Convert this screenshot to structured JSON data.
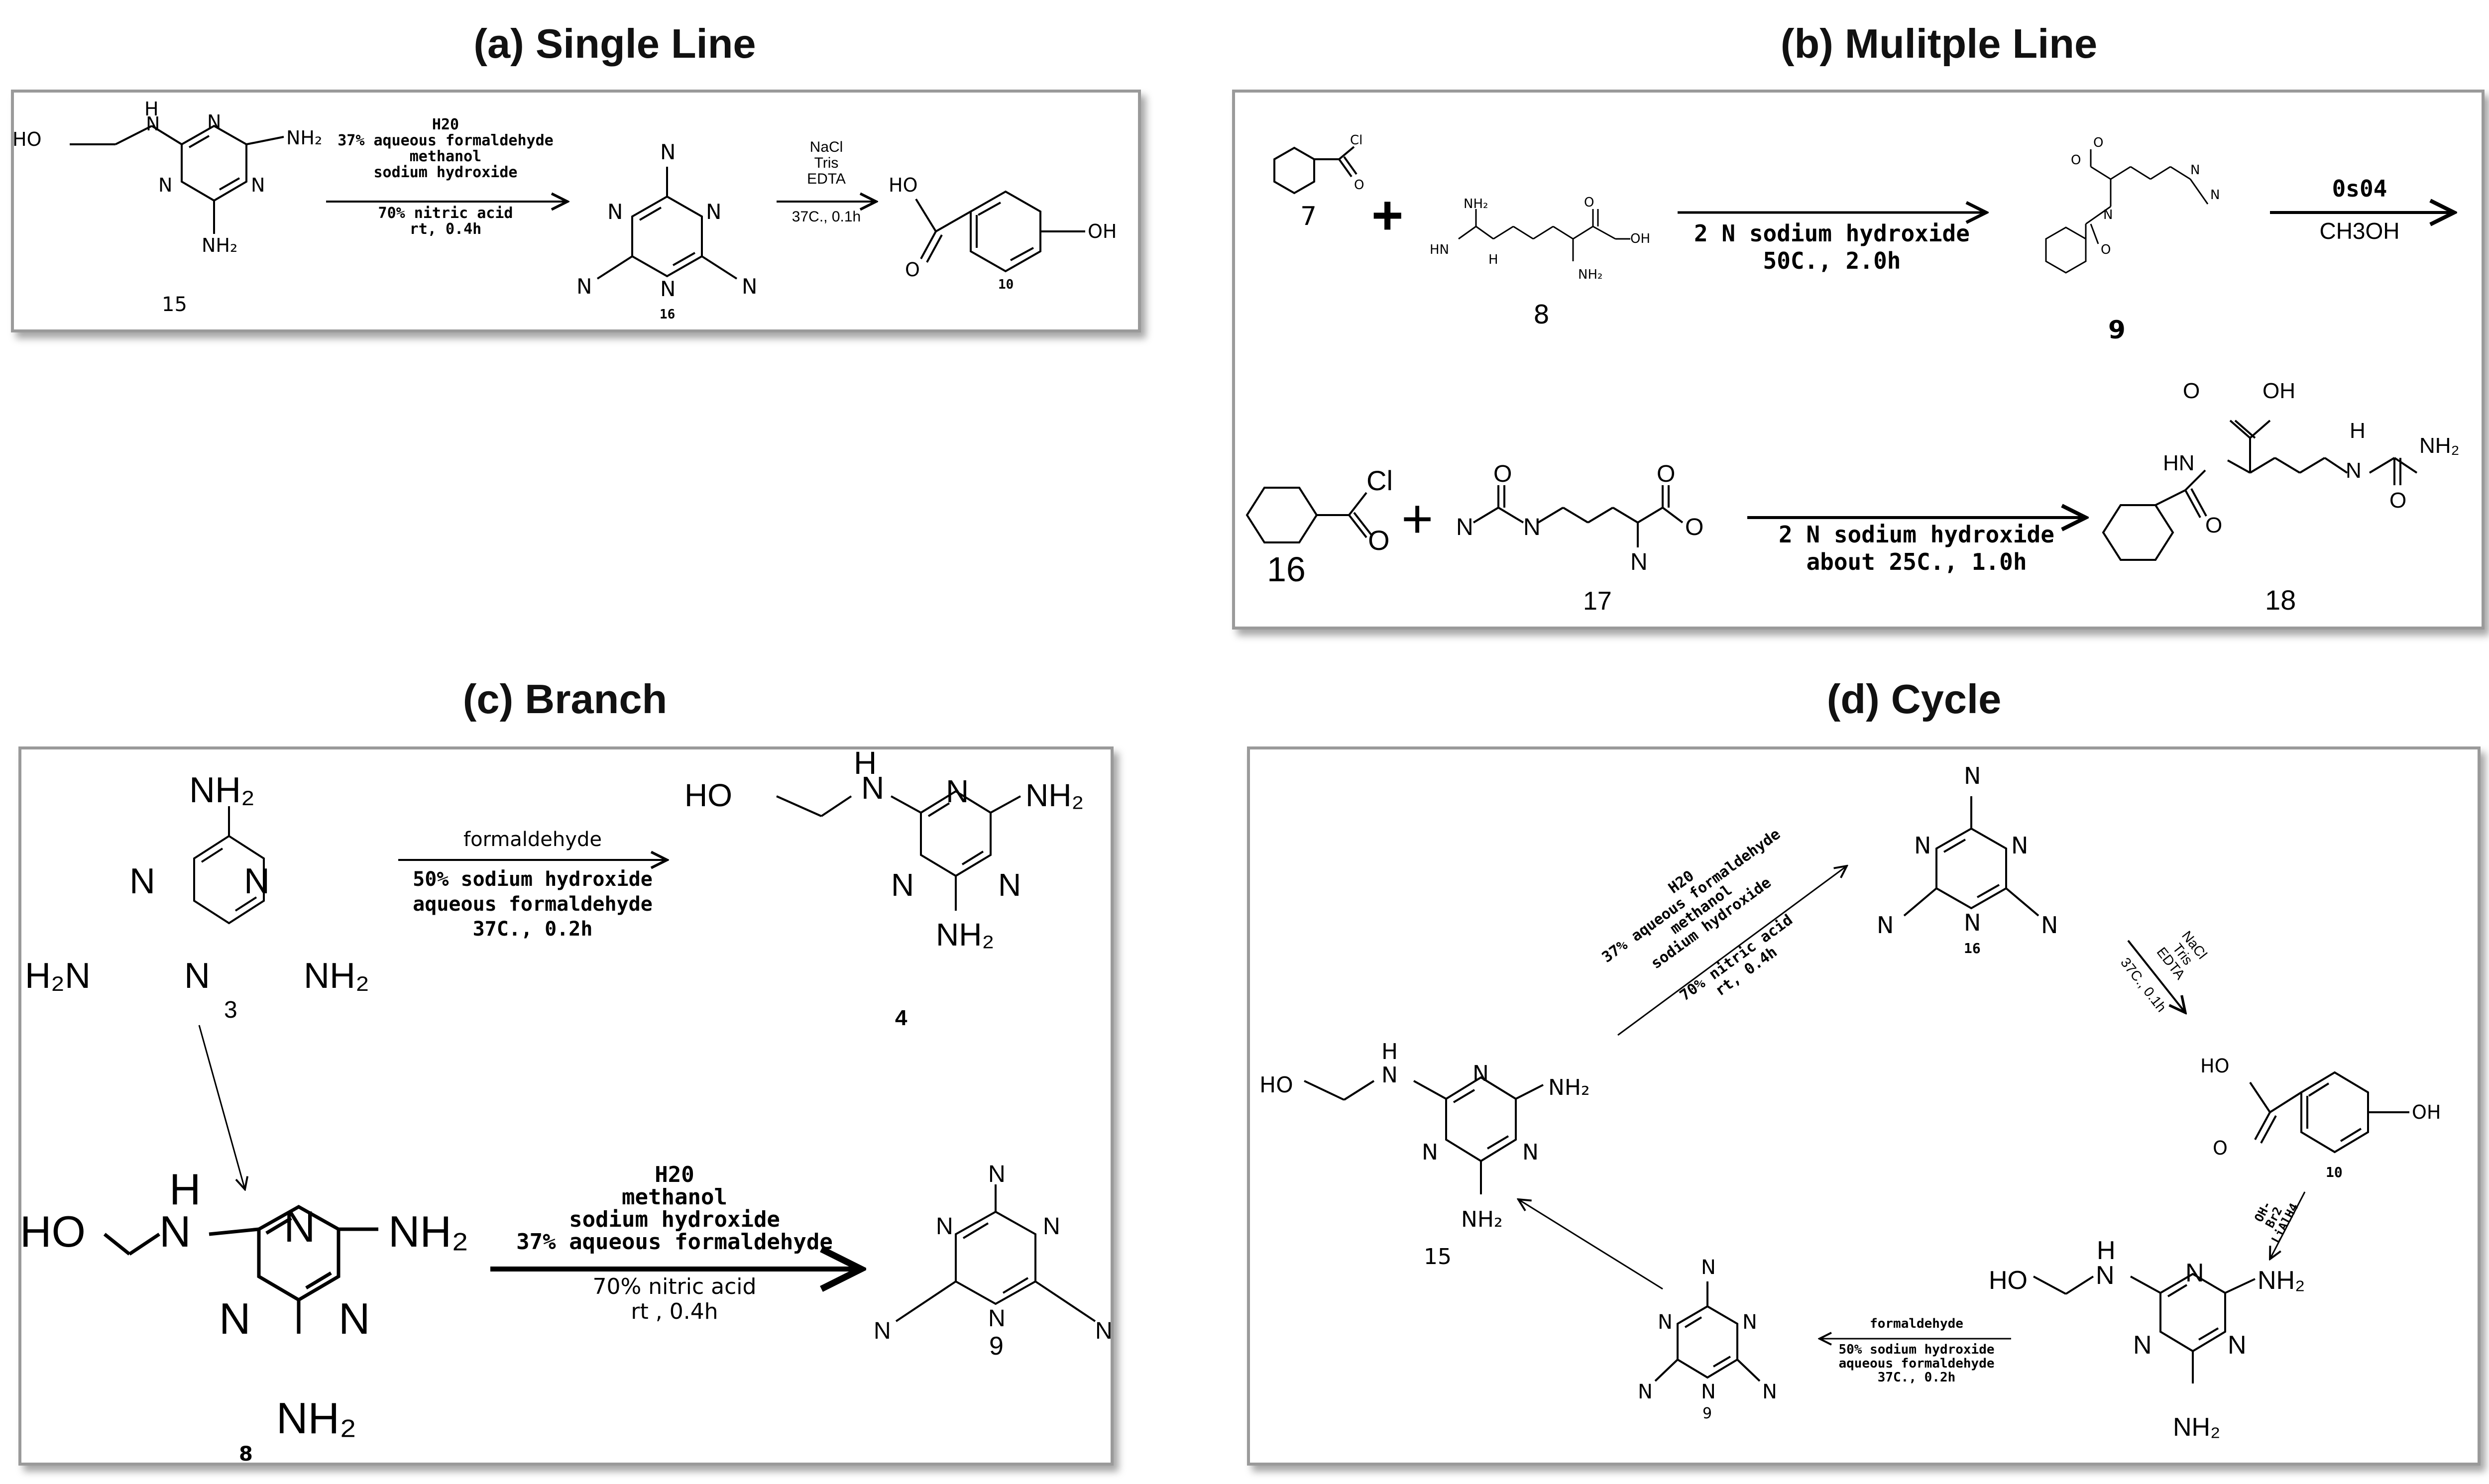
{
  "titles": {
    "a": "(a) Single Line",
    "b": "(b) Mulitple Line",
    "c": "(c) Branch",
    "d": "(d) Cycle"
  },
  "panel_a": {
    "num_15": "15",
    "num_16": "16",
    "num_10": "10",
    "cond1": [
      "H20",
      "37% aqueous formaldehyde",
      "methanol",
      "sodium hydroxide"
    ],
    "cond1_below": [
      "70% nitric acid",
      "rt, 0.4h"
    ],
    "cond2": [
      "NaCl",
      "Tris",
      "EDTA"
    ],
    "cond2_below": "37C., 0.1h"
  },
  "panel_b": {
    "num_7": "7",
    "num_8": "8",
    "num_9": "9",
    "num_16": "16",
    "num_17": "17",
    "num_18": "18",
    "cond1_above": "2 N sodium hydroxide",
    "cond1_below": "50C., 2.0h",
    "cond2_above": "0s04",
    "cond2_below": "CH3OH",
    "cond3_above": "2 N sodium hydroxide",
    "cond3_below": "about 25C., 1.0h",
    "plus": "+"
  },
  "panel_c": {
    "num_3": "3",
    "num_4": "4",
    "num_8": "8",
    "num_9": "9",
    "cond1_above": "formaldehyde",
    "cond1_below": [
      "50% sodium hydroxide",
      "aqueous formaldehyde",
      "37C., 0.2h"
    ],
    "cond2_above": [
      "H20",
      "methanol",
      "sodium hydroxide",
      "37% aqueous formaldehyde"
    ],
    "cond2_below": [
      "70% nitric acid",
      "rt , 0.4h"
    ]
  },
  "panel_d": {
    "num_15": "15",
    "num_16": "16",
    "num_10": "10",
    "num_9": "9",
    "cond1_above": [
      "H20",
      "37% aqueous formaldehyde",
      "methanol",
      "sodium hydroxide"
    ],
    "cond1_below": [
      "70% nitric acid",
      "rt, 0.4h"
    ],
    "cond2_above": [
      "NaCl",
      "Tris",
      "EDTA"
    ],
    "cond2_below": "37C., 0.1h",
    "cond3": [
      "OH-",
      "Br2",
      "LiAlH4"
    ],
    "cond4_above": "formaldehyde",
    "cond4_below": [
      "50% sodium hydroxide",
      "aqueous formaldehyde",
      "37C., 0.2h"
    ]
  }
}
